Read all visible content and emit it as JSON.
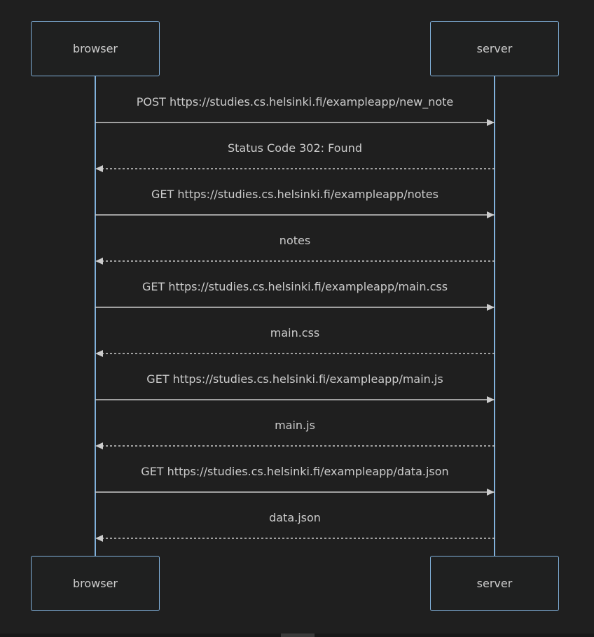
{
  "participants": [
    {
      "id": "browser",
      "label": "browser"
    },
    {
      "id": "server",
      "label": "server"
    }
  ],
  "messages": [
    {
      "from": "browser",
      "to": "server",
      "text": "POST https://studies.cs.helsinki.fi/exampleapp/new_note",
      "style": "solid"
    },
    {
      "from": "server",
      "to": "browser",
      "text": "Status Code 302: Found",
      "style": "dashed"
    },
    {
      "from": "browser",
      "to": "server",
      "text": "GET https://studies.cs.helsinki.fi/exampleapp/notes",
      "style": "solid"
    },
    {
      "from": "server",
      "to": "browser",
      "text": "notes",
      "style": "dashed"
    },
    {
      "from": "browser",
      "to": "server",
      "text": "GET https://studies.cs.helsinki.fi/exampleapp/main.css",
      "style": "solid"
    },
    {
      "from": "server",
      "to": "browser",
      "text": "main.css",
      "style": "dashed"
    },
    {
      "from": "browser",
      "to": "server",
      "text": "GET https://studies.cs.helsinki.fi/exampleapp/main.js",
      "style": "solid"
    },
    {
      "from": "server",
      "to": "browser",
      "text": "main.js",
      "style": "dashed"
    },
    {
      "from": "browser",
      "to": "server",
      "text": "GET https://studies.cs.helsinki.fi/exampleapp/data.json",
      "style": "solid"
    },
    {
      "from": "server",
      "to": "browser",
      "text": "data.json",
      "style": "dashed"
    }
  ],
  "colors": {
    "background": "#1f1f1f",
    "actor_border": "#81b1db",
    "lifeline": "#81b1db",
    "message_line": "#cccccc",
    "text": "#cccccc"
  }
}
